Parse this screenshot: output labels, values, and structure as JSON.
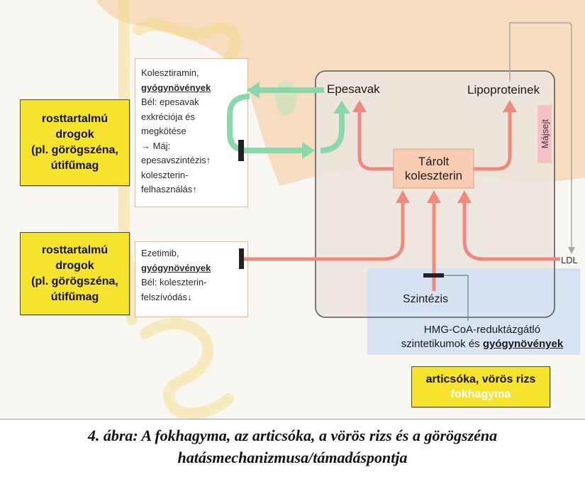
{
  "figure": {
    "caption_line1": "4. ábra: A fokhagyma, az articsóka, a vörös rizs és a görögszéna",
    "caption_line2": "hatásmechanizmusa/támadáspontja"
  },
  "fiber_boxes": [
    {
      "lines": [
        "rosttartalmú",
        "drogok",
        "(pl. görögszéna,",
        "útifűmag"
      ]
    },
    {
      "lines": [
        "rosttartalmú",
        "drogok",
        "(pl. görögszéna,",
        "útifűmag"
      ]
    }
  ],
  "bile_binding_note": {
    "agent": "Kolesztiramin,",
    "herbs": "gyógynövények",
    "lines": [
      "Bél: epesavak",
      "exkréciója és",
      "megkötése",
      "→ Máj:",
      "epesavszintézis↑",
      "koleszterin-",
      "felhasználás↑"
    ]
  },
  "absorption_note": {
    "agent": "Ezetimib,",
    "herbs": "gyógynövények",
    "lines": [
      "Bél: koleszterin-",
      "felszívódás↓"
    ]
  },
  "liver_cell": {
    "label": "Májsejt",
    "bile_acids": "Epesavak",
    "lipoproteins": "Lipoproteinek",
    "stored_cholesterol": [
      "Tárolt",
      "koleszterin"
    ],
    "synthesis": "Szintézis",
    "ldl": "LDL"
  },
  "statin_note": {
    "line1": "HMG-CoA-reduktázgátló",
    "line2_prefix": "szintetikumok és",
    "line2_herbs": "gyógynövények"
  },
  "herb_box": {
    "line1": "articsóka, vörös rizs",
    "line2": "fokhagyma"
  },
  "colors": {
    "fiber_box": "#f5e32e",
    "bile_acid_arrow": "#8bd7ac",
    "cholesterol_arrow": "#f1887c",
    "statin_region": "#d4e1f3",
    "stored_cholesterol": "#f8cdb3",
    "liver_cell_tag": "#f5c1c7",
    "inhibition_bar": "#222222"
  }
}
